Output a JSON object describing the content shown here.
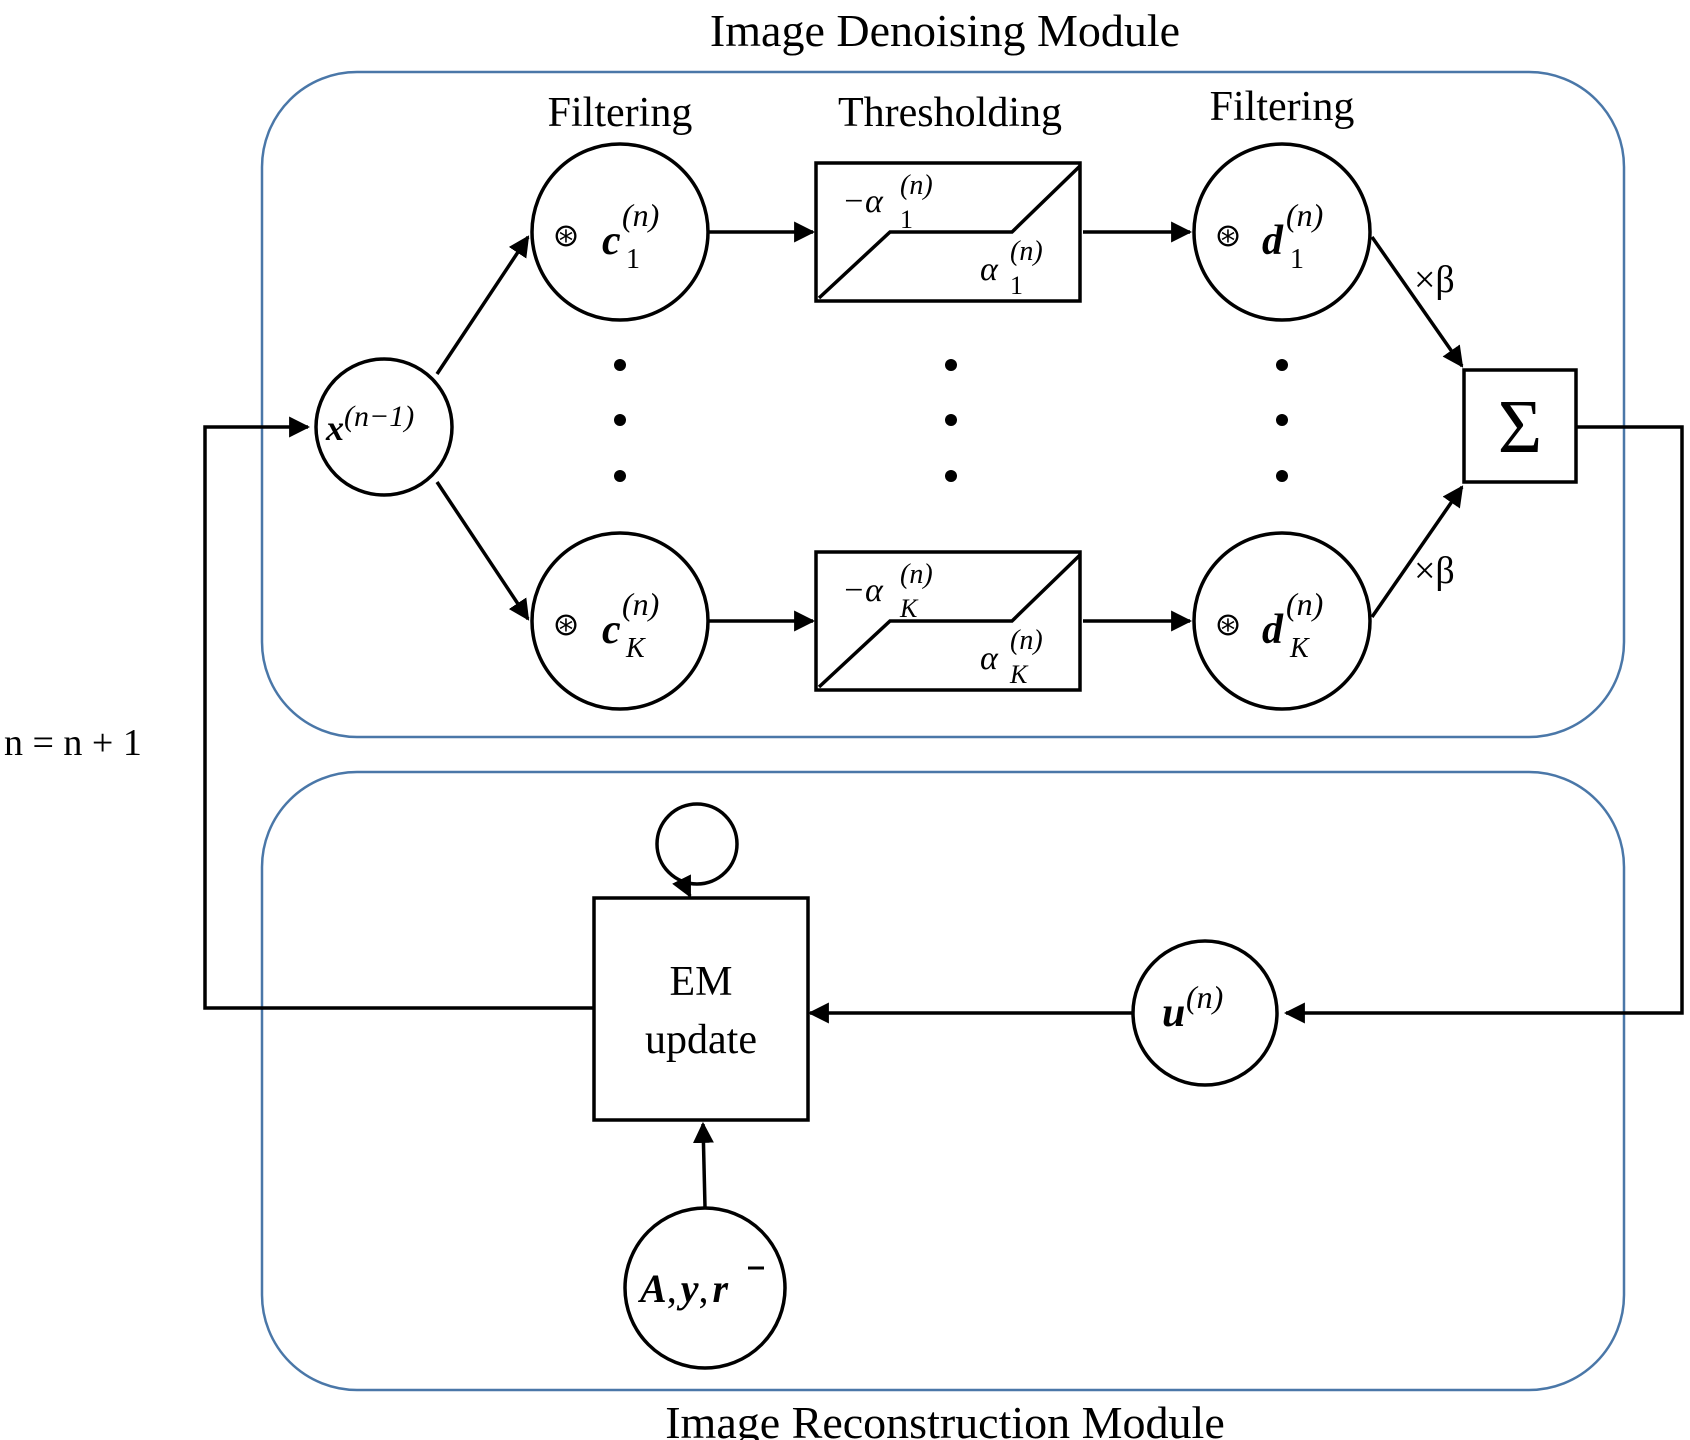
{
  "modules": {
    "denoising_title": "Image Denoising Module",
    "reconstruction_title": "Image Reconstruction Module"
  },
  "columns": {
    "filtering_left": "Filtering",
    "thresholding": "Thresholding",
    "filtering_right": "Filtering"
  },
  "nodes": {
    "input": {
      "base": "x",
      "sup": "(n−1)"
    },
    "c1": {
      "op": "⊛",
      "base": "c",
      "sub": "1",
      "sup": "(n)"
    },
    "cK": {
      "op": "⊛",
      "base": "c",
      "sub": "K",
      "sup": "(n)"
    },
    "d1": {
      "op": "⊛",
      "base": "d",
      "sub": "1",
      "sup": "(n)"
    },
    "dK": {
      "op": "⊛",
      "base": "d",
      "sub": "K",
      "sup": "(n)"
    },
    "sum": "Σ",
    "u": {
      "base": "u",
      "sup": "(n)"
    },
    "em": {
      "line1": "EM",
      "line2": "update"
    },
    "params": {
      "A": "A",
      "comma1": ",",
      "y": "y",
      "comma2": ",",
      "r": "r"
    }
  },
  "threshold": {
    "top": {
      "neg_label": "−α",
      "neg_sub": "1",
      "neg_sup": "(n)",
      "pos_label": "α",
      "pos_sub": "1",
      "pos_sup": "(n)"
    },
    "bottom": {
      "neg_label": "−α",
      "neg_sub": "K",
      "neg_sup": "(n)",
      "pos_label": "α",
      "pos_sub": "K",
      "pos_sup": "(n)"
    }
  },
  "edge_labels": {
    "beta_top": "×β",
    "beta_bottom": "×β",
    "loop": "n = n + 1"
  },
  "colors": {
    "module_border": "#4a77a8",
    "stroke": "#000000"
  }
}
